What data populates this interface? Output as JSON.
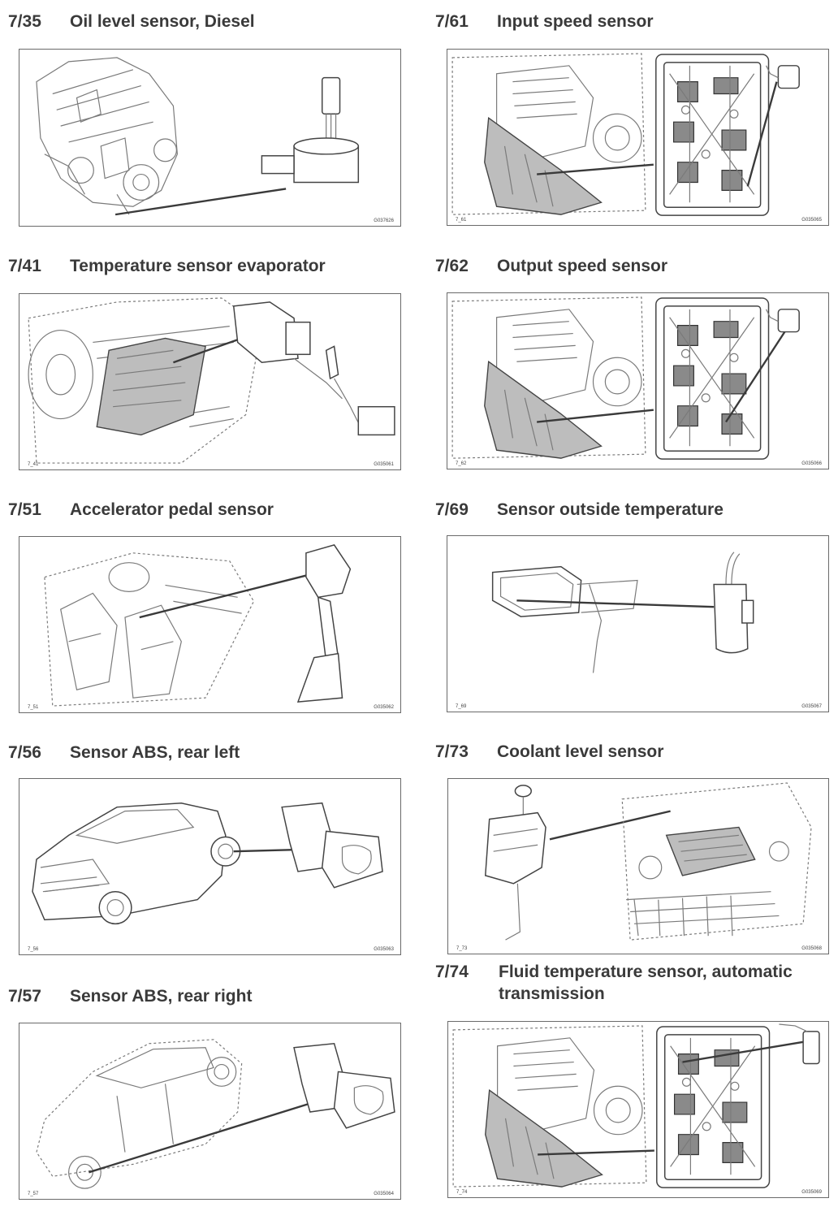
{
  "entries": [
    {
      "code": "7/35",
      "title": "Oil level sensor, Diesel",
      "fig": "",
      "ref": "G037626"
    },
    {
      "code": "7/61",
      "title": "Input speed sensor",
      "fig": "7_61",
      "ref": "G035065"
    },
    {
      "code": "7/41",
      "title": "Temperature sensor evaporator",
      "fig": "7_41",
      "ref": "G035061"
    },
    {
      "code": "7/62",
      "title": "Output speed sensor",
      "fig": "7_62",
      "ref": "G035066"
    },
    {
      "code": "7/51",
      "title": "Accelerator pedal sensor",
      "fig": "7_51",
      "ref": "G035062"
    },
    {
      "code": "7/69",
      "title": "Sensor outside temperature",
      "fig": "7_69",
      "ref": "G035067"
    },
    {
      "code": "7/56",
      "title": "Sensor ABS, rear left",
      "fig": "7_56",
      "ref": "G035063"
    },
    {
      "code": "7/73",
      "title": "Coolant level sensor",
      "fig": "7_73",
      "ref": "G035068"
    },
    {
      "code": "7/57",
      "title": "Sensor ABS, rear right",
      "fig": "7_57",
      "ref": "G035064"
    },
    {
      "code": "7/74",
      "title": "Fluid temperature sensor, automatic transmission",
      "fig": "7_74",
      "ref": "G035069"
    }
  ]
}
